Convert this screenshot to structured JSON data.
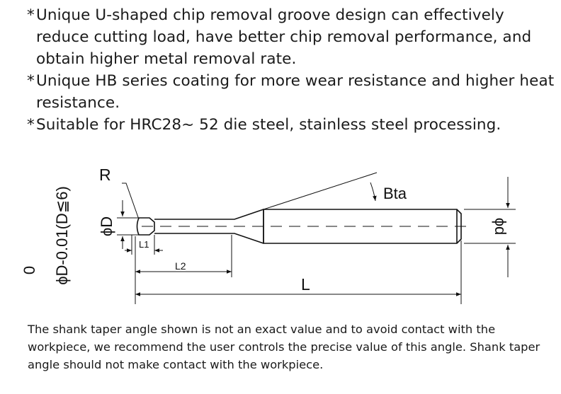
{
  "features": [
    {
      "bullet": "*",
      "text": "Unique U-shaped chip removal groove design can effectively reduce cutting load, have better chip removal performance, and obtain higher metal removal rate."
    },
    {
      "bullet": "*",
      "text": "Unique HB series coating for more wear resistance and higher heat resistance."
    },
    {
      "bullet": "*",
      "text": "Suitable for HRC28~ 52 die steel, stainless steel processing."
    }
  ],
  "diagram": {
    "labels": {
      "radius": "R",
      "taper_angle": "Bta",
      "cut_diameter": "ϕD",
      "shank_diameter": "ϕd",
      "cut_length": "L1",
      "neck_length": "L2",
      "overall_length": "L",
      "tolerance_upper": "0",
      "tolerance_expr": "ϕD-0.01(D≦6)"
    }
  },
  "note": "The shank taper angle shown is not an exact value and to avoid contact with the workpiece, we recommend the user controls the precise value of this angle. Shank taper angle should not make contact with the workpiece."
}
